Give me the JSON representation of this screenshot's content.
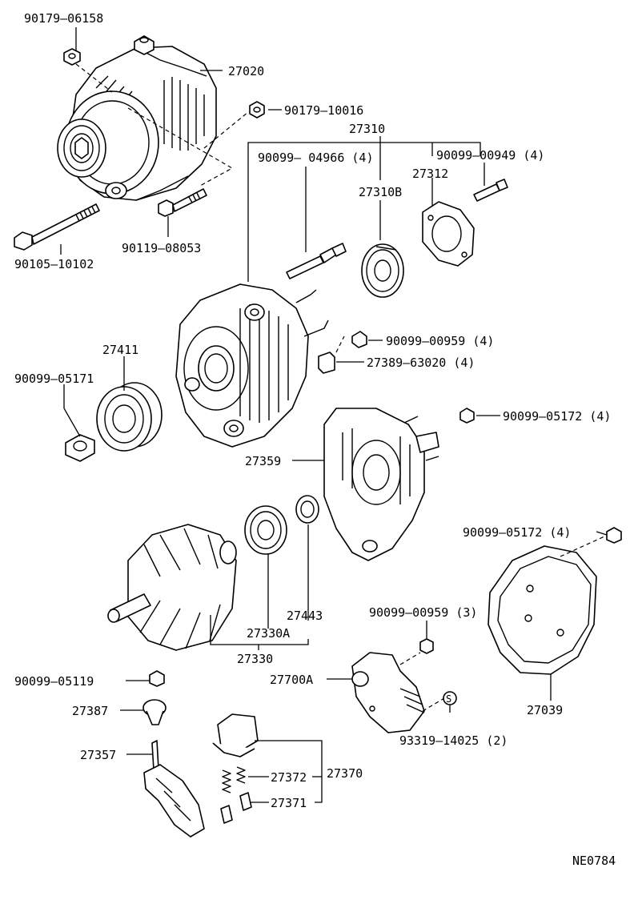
{
  "labels": {
    "p_90179_06158": "90179–06158",
    "p_27020": "27020",
    "p_90179_10016": "90179–10016",
    "p_27310": "27310",
    "p_90099_04966": "90099– 04966 (4)",
    "p_90099_00949": "90099–00949 (4)",
    "p_27312": "27312",
    "p_27310b": "27310B",
    "p_90119_08053": "90119–08053",
    "p_90105_10102": "90105–10102",
    "p_90099_00959_4": "90099–00959 (4)",
    "p_27389_63020": "27389–63020 (4)",
    "p_27411": "27411",
    "p_90099_05171": "90099–05171",
    "p_90099_05172_a": "90099–05172 (4)",
    "p_27359": "27359",
    "p_90099_05172_b": "90099–05172 (4)",
    "p_27443": "27443",
    "p_90099_00959_3": "90099–00959 (3)",
    "p_27330a": "27330A",
    "p_27330": "27330",
    "p_90099_05119": "90099–05119",
    "p_27700a": "27700A",
    "p_27039": "27039",
    "p_27387": "27387",
    "p_93319_14025": "93319–14025 (2)",
    "p_27357": "27357",
    "p_27372": "27372",
    "p_27370": "27370",
    "p_27371": "27371",
    "diagram_code": "NE0784"
  },
  "icons": {
    "screw_mark": "S"
  }
}
